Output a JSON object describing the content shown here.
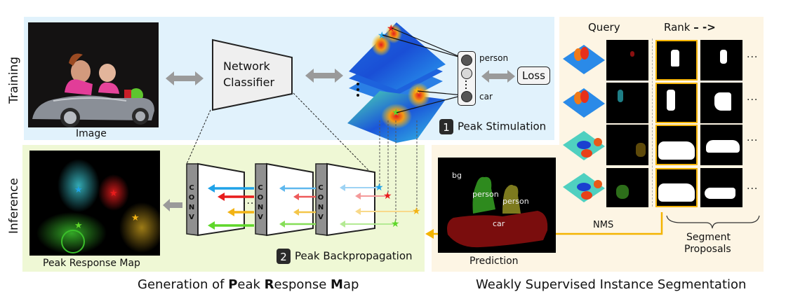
{
  "sections": {
    "training_label": "Training",
    "inference_label": "Inference"
  },
  "training": {
    "image_caption": "Image",
    "classifier_label_line1": "Network",
    "classifier_label_line2": "Classifier",
    "class_labels": [
      "person",
      "car"
    ],
    "loss_label": "Loss",
    "step1_number": "1",
    "step1_label": "Peak Stimulation"
  },
  "inference": {
    "prm_caption": "Peak Response Map",
    "conv_label": "CONV",
    "conv_layers": [
      "CONV",
      "CONV",
      "CONV"
    ],
    "ellipsis": "···",
    "step2_number": "2",
    "step2_label": "Peak Backpropagation",
    "peak_colors": [
      "#1fa2e8",
      "#e81c1c",
      "#f2b315",
      "#5fd72a"
    ]
  },
  "wss": {
    "query_header": "Query",
    "rank_header": "Rank",
    "rank_arrow": "– ->",
    "rows": [
      {
        "prm_color": "#c0141a",
        "more": "···"
      },
      {
        "prm_color": "#2bb7c0",
        "more": "···"
      },
      {
        "prm_color": "#b58f16",
        "more": "···"
      },
      {
        "prm_color": "#3f9a22",
        "more": "···"
      }
    ],
    "nms_label": "NMS",
    "proposals_label_line1": "Segment",
    "proposals_label_line2": "Proposals",
    "prediction_caption": "Prediction",
    "prediction_labels": {
      "bg": "bg",
      "person1": "person",
      "person2": "person",
      "car": "car"
    }
  },
  "captions": {
    "left_parts": [
      {
        "text": "Generation of ",
        "bold": false
      },
      {
        "text": "P",
        "bold": true
      },
      {
        "text": "eak ",
        "bold": false
      },
      {
        "text": "R",
        "bold": true
      },
      {
        "text": "esponse ",
        "bold": false
      },
      {
        "text": "M",
        "bold": true
      },
      {
        "text": "ap",
        "bold": false
      }
    ],
    "right": "Weakly Supervised Instance Segmentation"
  },
  "colors": {
    "training_bg": "#e1f2fc",
    "inference_bg": "#eff8d5",
    "wss_bg": "#fdf5e4",
    "selection_border": "#f4b400",
    "arrow_gray": "#9a9a9a"
  }
}
